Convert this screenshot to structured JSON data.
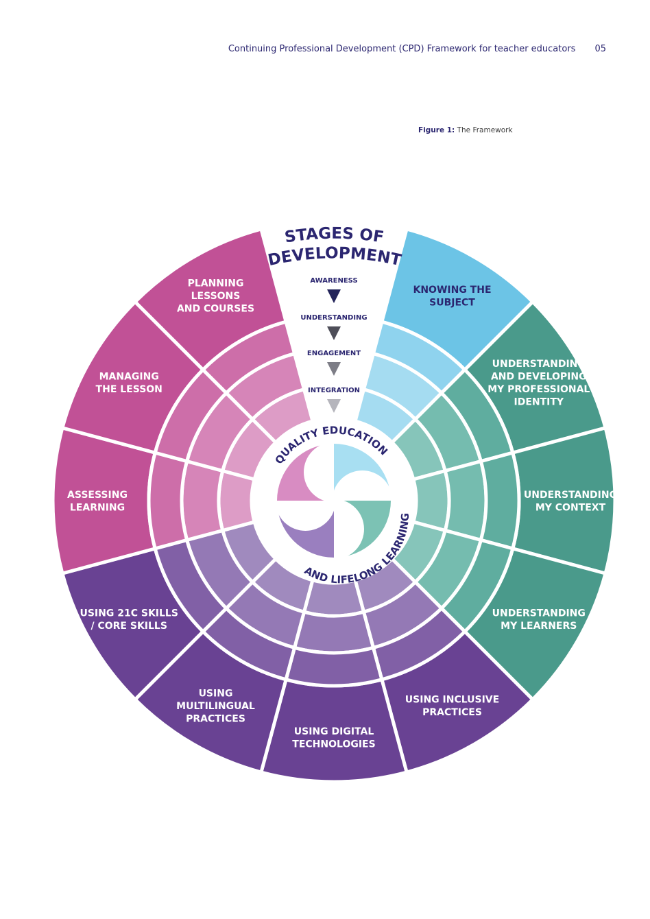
{
  "header": {
    "title": "Continuing Professional Development (CPD) Framework for teacher educators",
    "page_number": "05"
  },
  "figure": {
    "label": "Figure 1:",
    "caption": "The Framework"
  },
  "wheel": {
    "stages_title_line1": "STAGES OF",
    "stages_title_line2": "DEVELOPMENT",
    "stages": [
      {
        "label": "AWARENESS",
        "color": "#23245a"
      },
      {
        "label": "UNDERSTANDING",
        "color": "#4e4e58"
      },
      {
        "label": "ENGAGEMENT",
        "color": "#7d7d86"
      },
      {
        "label": "INTEGRATION",
        "color": "#b5b5bc"
      }
    ],
    "center_text_top": "QUALITY EDUCATION",
    "center_text_bottom": "AND LIFELONG LEARNING",
    "segments": [
      {
        "lines": [
          "KNOWING THE",
          "SUBJECT"
        ],
        "color": "#6cc4e6",
        "text_color": "#2b2670",
        "ring_colors": [
          "#8fd3ee",
          "#a5dcf1",
          "#a5dcf1"
        ]
      },
      {
        "lines": [
          "UNDERSTANDING",
          "AND DEVELOPING",
          "MY PROFESSIONAL",
          "IDENTITY"
        ],
        "color": "#4a9a8b",
        "text_color": "#ffffff",
        "ring_colors": [
          "#5fad9f",
          "#75bcaf",
          "#86c5ba"
        ]
      },
      {
        "lines": [
          "UNDERSTANDING",
          "MY CONTEXT"
        ],
        "color": "#4a9a8b",
        "text_color": "#ffffff",
        "ring_colors": [
          "#5fad9f",
          "#75bcaf",
          "#86c5ba"
        ]
      },
      {
        "lines": [
          "UNDERSTANDING",
          "MY LEARNERS"
        ],
        "color": "#4a9a8b",
        "text_color": "#ffffff",
        "ring_colors": [
          "#5fad9f",
          "#75bcaf",
          "#86c5ba"
        ]
      },
      {
        "lines": [
          "USING INCLUSIVE",
          "PRACTICES"
        ],
        "color": "#694293",
        "text_color": "#ffffff",
        "ring_colors": [
          "#8160a6",
          "#9479b5",
          "#a08abe"
        ]
      },
      {
        "lines": [
          "USING DIGITAL",
          "TECHNOLOGIES"
        ],
        "color": "#694293",
        "text_color": "#ffffff",
        "ring_colors": [
          "#8160a6",
          "#9479b5",
          "#a08abe"
        ]
      },
      {
        "lines": [
          "USING",
          "MULTILINGUAL",
          "PRACTICES"
        ],
        "color": "#694293",
        "text_color": "#ffffff",
        "ring_colors": [
          "#8160a6",
          "#9479b5",
          "#a08abe"
        ]
      },
      {
        "lines": [
          "USING 21C SKILLS",
          "/ CORE SKILLS"
        ],
        "color": "#694293",
        "text_color": "#ffffff",
        "ring_colors": [
          "#8160a6",
          "#9479b5",
          "#a08abe"
        ]
      },
      {
        "lines": [
          "ASSESSING",
          "LEARNING"
        ],
        "color": "#c15196",
        "text_color": "#ffffff",
        "ring_colors": [
          "#cd6ea9",
          "#d685b8",
          "#dd9cc6"
        ]
      },
      {
        "lines": [
          "MANAGING",
          "THE LESSON"
        ],
        "color": "#c15196",
        "text_color": "#ffffff",
        "ring_colors": [
          "#cd6ea9",
          "#d685b8",
          "#dd9cc6"
        ]
      },
      {
        "lines": [
          "PLANNING",
          "LESSONS",
          "AND COURSES"
        ],
        "color": "#c15196",
        "text_color": "#ffffff",
        "ring_colors": [
          "#cd6ea9",
          "#d685b8",
          "#dd9cc6"
        ]
      }
    ],
    "swirl_colors": [
      "#a8dff2",
      "#7cc2b4",
      "#9a7fbf",
      "#d88cc2"
    ]
  }
}
